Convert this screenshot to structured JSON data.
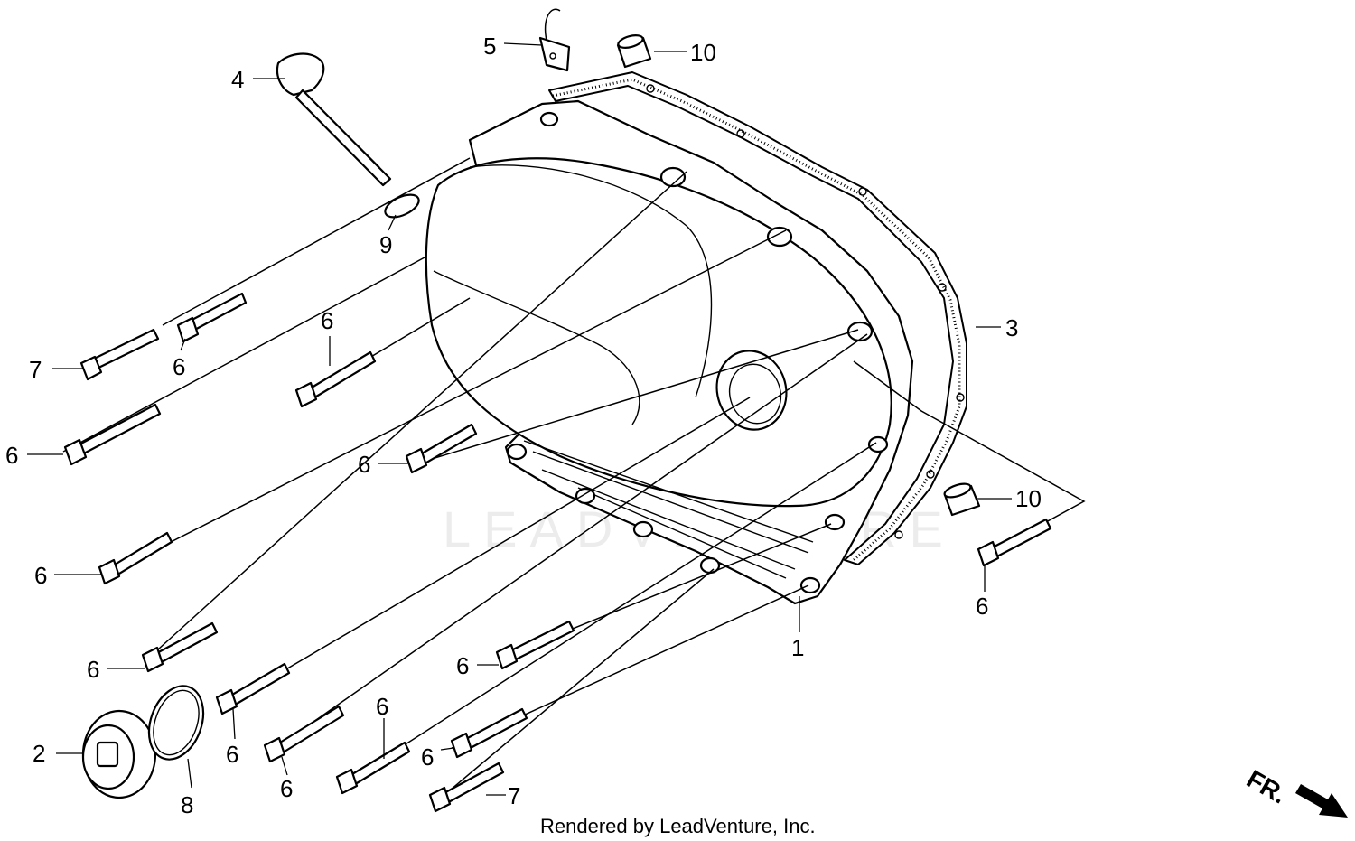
{
  "callouts": {
    "c1": "1",
    "c2": "2",
    "c3": "3",
    "c4": "4",
    "c5": "5",
    "c6": "6",
    "c7": "7",
    "c8": "8",
    "c9": "9",
    "c10": "10"
  },
  "watermark": "LEADVENTURE",
  "footer": "Rendered by LeadVenture, Inc.",
  "direction_label": "FR.",
  "colors": {
    "ink": "#000000",
    "background": "#ffffff"
  }
}
